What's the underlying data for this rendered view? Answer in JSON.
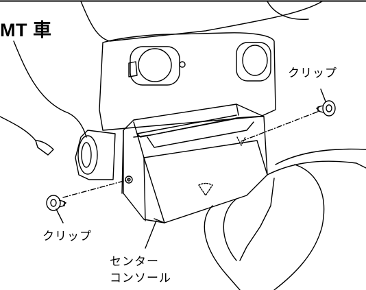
{
  "title": "MT 車",
  "labels": {
    "clip_right": "クリップ",
    "clip_left": "クリップ",
    "console_line1": "センター",
    "console_line2": "コンソール"
  },
  "icons": [
    "clip-icon",
    "clip-icon"
  ]
}
